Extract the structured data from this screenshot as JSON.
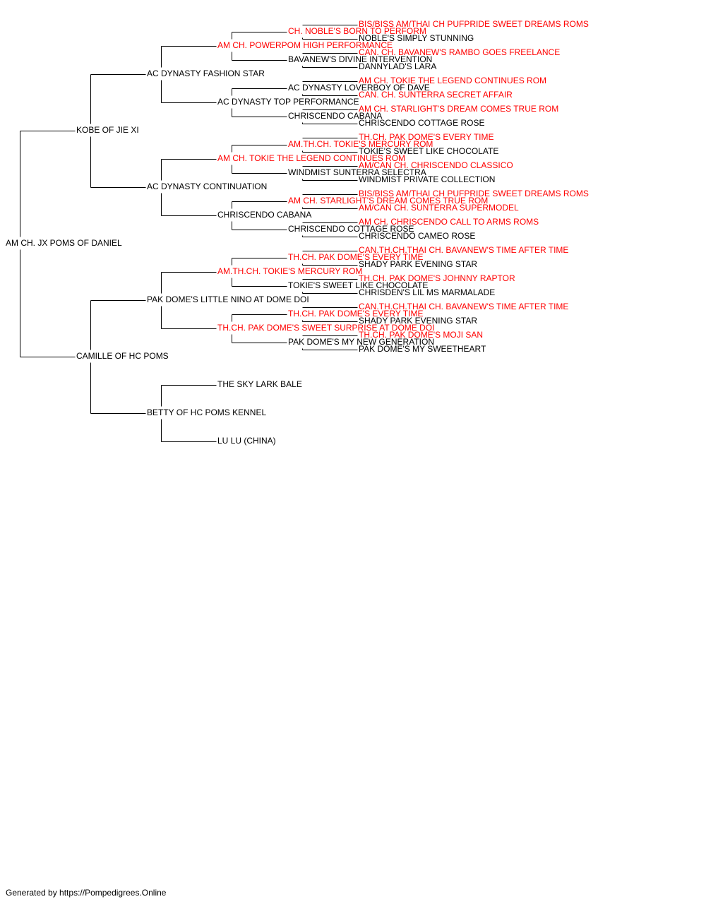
{
  "colors": {
    "champion": "#ff0000",
    "normal": "#000000",
    "line": "#000000"
  },
  "footer": "Generated by https://Pompedigrees.Online",
  "pedigree": {
    "name": "AM CH. JX POMS OF DANIEL",
    "champion": false,
    "sire": {
      "name": "KOBE OF JIE XI",
      "champion": false,
      "sire": {
        "name": "AC DYNASTY FASHION STAR",
        "champion": false,
        "sire": {
          "name": "AM CH. POWERPOM HIGH PERFORMANCE",
          "champion": true,
          "sire": {
            "name": "CH. NOBLE'S BORN TO PERFORM",
            "champion": true,
            "sire": {
              "name": "BIS/BISS AM/THAI CH PUFPRIDE SWEET DREAMS ROMS",
              "champion": true
            },
            "dam": {
              "name": "NOBLE'S SIMPLY STUNNING",
              "champion": false
            }
          },
          "dam": {
            "name": "BAVANEW'S DIVINE INTERVENTION",
            "champion": false,
            "sire": {
              "name": "CAN. CH. BAVANEW'S RAMBO GOES FREELANCE",
              "champion": true
            },
            "dam": {
              "name": "DANNYLAD'S LARA",
              "champion": false
            }
          }
        },
        "dam": {
          "name": "AC DYNASTY TOP PERFORMANCE",
          "champion": false,
          "sire": {
            "name": "AC DYNASTY LOVERBOY OF DAVE",
            "champion": false,
            "sire": {
              "name": "AM CH. TOKIE THE LEGEND CONTINUES ROM",
              "champion": true
            },
            "dam": {
              "name": "CAN. CH. SUNTERRA SECRET AFFAIR",
              "champion": true
            }
          },
          "dam": {
            "name": "CHRISCENDO CABANA",
            "champion": false,
            "sire": {
              "name": "AM CH. STARLIGHT'S DREAM COMES TRUE ROM",
              "champion": true
            },
            "dam": {
              "name": "CHRISCENDO COTTAGE ROSE",
              "champion": false
            }
          }
        }
      },
      "dam": {
        "name": "AC DYNASTY CONTINUATION",
        "champion": false,
        "sire": {
          "name": "AM CH. TOKIE THE LEGEND CONTINUES ROM",
          "champion": true,
          "sire": {
            "name": "AM.TH.CH. TOKIE'S MERCURY ROM",
            "champion": true,
            "sire": {
              "name": "TH.CH. PAK DOME'S EVERY TIME",
              "champion": true
            },
            "dam": {
              "name": "TOKIE'S SWEET LIKE CHOCOLATE",
              "champion": false
            }
          },
          "dam": {
            "name": "WINDMIST SUNTERRA SELECTRA",
            "champion": false,
            "sire": {
              "name": "AM/CAN CH. CHRISCENDO CLASSICO",
              "champion": true
            },
            "dam": {
              "name": "WINDMIST PRIVATE COLLECTION",
              "champion": false
            }
          }
        },
        "dam": {
          "name": "CHRISCENDO CABANA",
          "champion": false,
          "sire": {
            "name": "AM CH. STARLIGHT'S DREAM COMES TRUE ROM",
            "champion": true,
            "sire": {
              "name": "BIS/BISS AM/THAI CH PUFPRIDE SWEET DREAMS ROMS",
              "champion": true
            },
            "dam": {
              "name": "AM/CAN CH. SUNTERRA SUPERMODEL",
              "champion": true
            }
          },
          "dam": {
            "name": "CHRISCENDO COTTAGE ROSE",
            "champion": false,
            "sire": {
              "name": "AM CH. CHRISCENDO CALL TO ARMS ROMS",
              "champion": true
            },
            "dam": {
              "name": "CHRISCENDO CAMEO ROSE",
              "champion": false
            }
          }
        }
      }
    },
    "dam": {
      "name": "CAMILLE OF HC POMS",
      "champion": false,
      "sire": {
        "name": "PAK DOME'S LITTLE NINO AT DOME DOI",
        "champion": false,
        "sire": {
          "name": "AM.TH.CH. TOKIE'S MERCURY ROM",
          "champion": true,
          "sire": {
            "name": "TH.CH. PAK DOME'S EVERY TIME",
            "champion": true,
            "sire": {
              "name": "CAN.TH.CH.THAI CH. BAVANEW'S TIME AFTER TIME",
              "champion": true
            },
            "dam": {
              "name": "SHADY PARK EVENING STAR",
              "champion": false
            }
          },
          "dam": {
            "name": "TOKIE'S SWEET LIKE CHOCOLATE",
            "champion": false,
            "sire": {
              "name": "TH.CH. PAK DOME'S JOHNNY RAPTOR",
              "champion": true
            },
            "dam": {
              "name": "CHRISDEN'S LIL MS MARMALADE",
              "champion": false
            }
          }
        },
        "dam": {
          "name": "TH.CH. PAK DOME'S SWEET SURPRISE AT DOME DOI",
          "champion": true,
          "sire": {
            "name": "TH.CH. PAK DOME'S EVERY TIME",
            "champion": true,
            "sire": {
              "name": "CAN.TH.CH.THAI CH. BAVANEW'S TIME AFTER TIME",
              "champion": true
            },
            "dam": {
              "name": "SHADY PARK EVENING STAR",
              "champion": false
            }
          },
          "dam": {
            "name": "PAK DOME'S MY NEW GENERATION",
            "champion": false,
            "sire": {
              "name": "TH.CH. PAK DOME'S MOJI SAN",
              "champion": true
            },
            "dam": {
              "name": "PAK DOME'S MY SWEETHEART",
              "champion": false
            }
          }
        }
      },
      "dam": {
        "name": "BETTY OF HC POMS KENNEL",
        "champion": false,
        "sire": {
          "name": "THE SKY LARK BALE",
          "champion": false
        },
        "dam": {
          "name": "LU LU (CHINA)",
          "champion": false
        }
      }
    }
  }
}
